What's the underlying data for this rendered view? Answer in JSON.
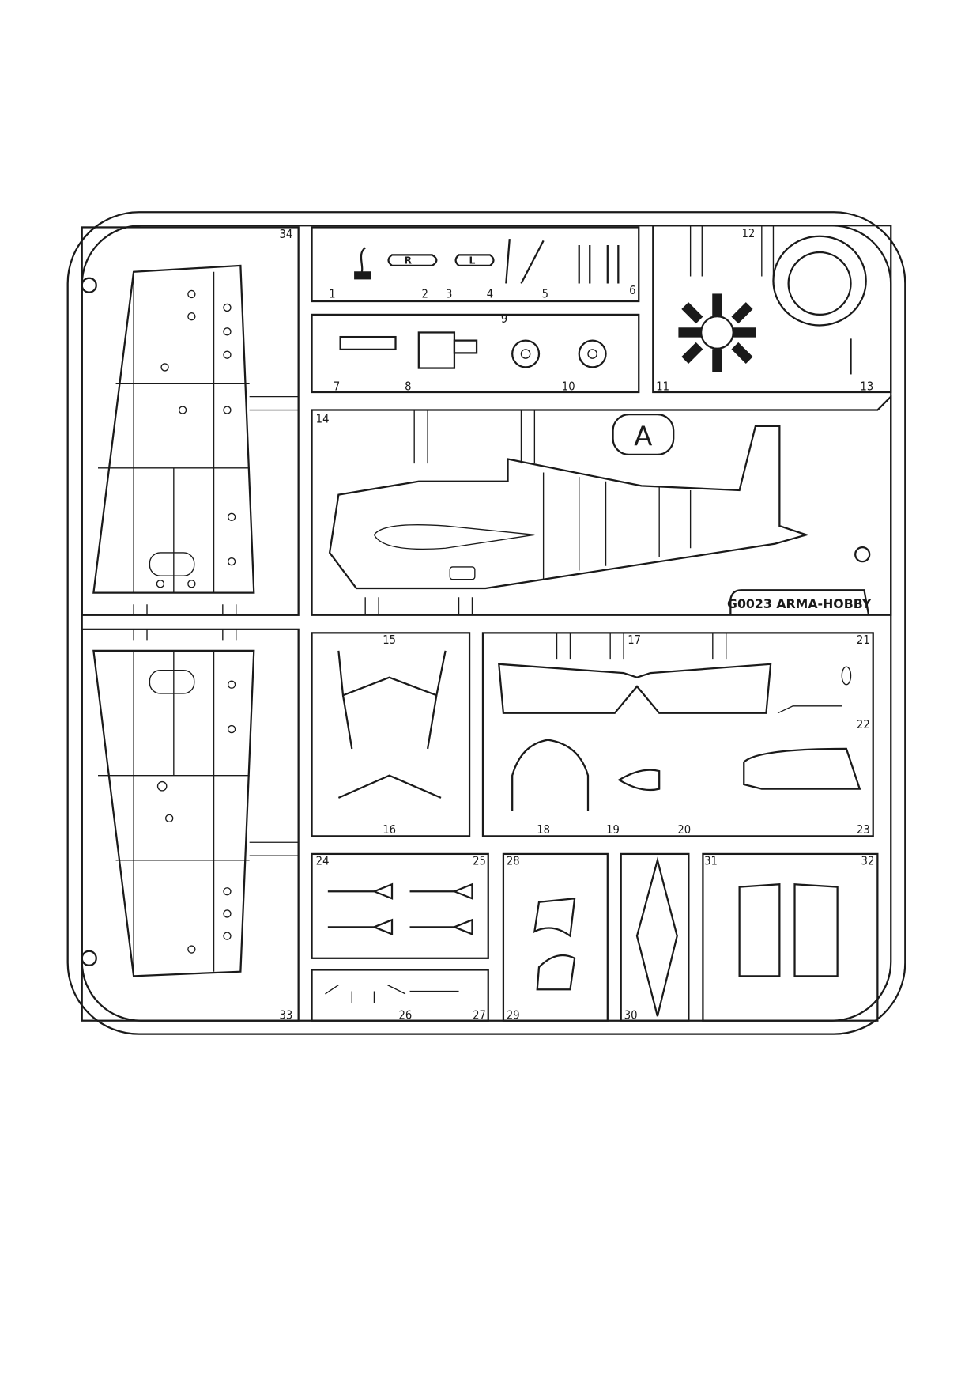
{
  "sprue": {
    "letter": "A",
    "code": "G0023 ARMA-HOBBY",
    "part_numbers": [
      "1",
      "2",
      "3",
      "4",
      "5",
      "6",
      "7",
      "8",
      "9",
      "10",
      "11",
      "12",
      "13",
      "14",
      "15",
      "16",
      "17",
      "18",
      "19",
      "20",
      "21",
      "22",
      "23",
      "24",
      "25",
      "26",
      "27",
      "28",
      "29",
      "30",
      "31",
      "32",
      "33",
      "34"
    ],
    "part_marks": {
      "right": "R",
      "left": "L"
    }
  }
}
